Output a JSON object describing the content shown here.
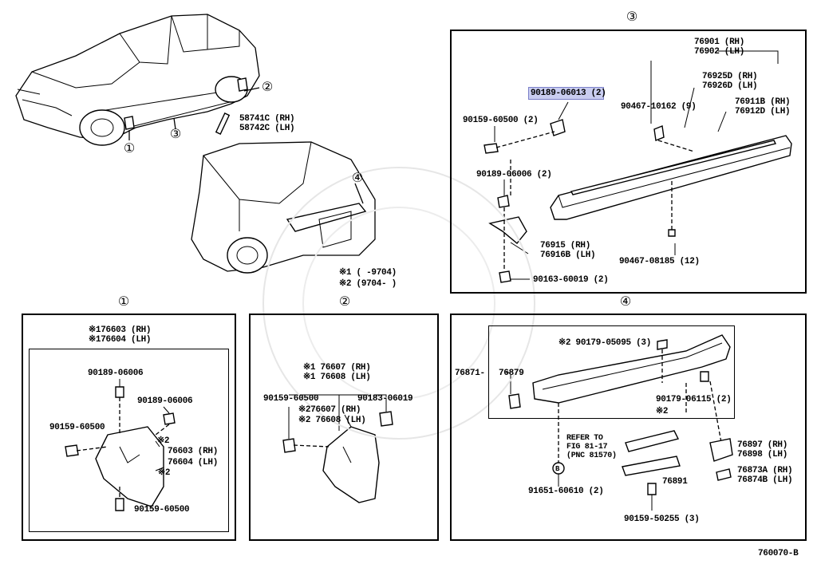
{
  "header": {
    "fig3": "③"
  },
  "car_view": {
    "callout1": "①",
    "callout2": "②",
    "callout3": "③",
    "callout4": "④",
    "part_58741c": "58741C (RH)",
    "part_58742c": "58742C (LH)",
    "note1": "※1 (      -9704)",
    "note2": "※2 (9704-      )"
  },
  "section3": {
    "p76901": "76901 (RH)",
    "p76902": "76902 (LH)",
    "p76925d": "76925D (RH)",
    "p76926d": "76926D (LH)",
    "p76911b": "76911B (RH)",
    "p76912d": "76912D (LH)",
    "p90189_06013": "90189-06013 (2)",
    "p90159_60500": "90159-60500 (2)",
    "p90467_10162": "90467-10162 (9)",
    "p90189_06006": "90189-06006 (2)",
    "p76915": "76915  (RH)",
    "p76916b": "76916B (LH)",
    "p90467_08185": "90467-08185 (12)",
    "p90163_60019": "90163-60019 (2)"
  },
  "section1": {
    "title": "①",
    "h1": "※176603 (RH)",
    "h2": "※176604 (LH)",
    "p90189_a": "90189-06006",
    "p90189_b": "90189-06006",
    "p90159_a": "90159-60500",
    "mark2a": "※2",
    "p76603": "76603 (RH)",
    "p76604": "76604 (LH)",
    "mark2b": "※2",
    "p90159_b": "90159-60500"
  },
  "section2": {
    "title": "②",
    "h1": "※1 76607 (RH)",
    "h2": "※1 76608 (LH)",
    "p90159": "90159-60500",
    "p90183": "90183-06019",
    "p276607": "※276607 (RH)",
    "p276608": "※2 76608 (LH)"
  },
  "section4": {
    "title": "④",
    "p90179_05095": "※2  90179-05095 (3)",
    "p76871": "76871-",
    "p76879": "76879",
    "p90179_06115": "90179-06115 (2)",
    "mark2": "※2",
    "refer1": "REFER TO",
    "refer2": "FIG 81-17",
    "refer3": "(PNC 81570)",
    "p76897": "76897 (RH)",
    "p76898": "76898 (LH)",
    "b_mark": "B",
    "p91651": "91651-60610 (2)",
    "p76891": "76891",
    "p76873a": "76873A (RH)",
    "p76874b": "76874B (LH)",
    "p90159_50255": "90159-50255 (3)"
  },
  "footer": {
    "code": "760070-B"
  }
}
